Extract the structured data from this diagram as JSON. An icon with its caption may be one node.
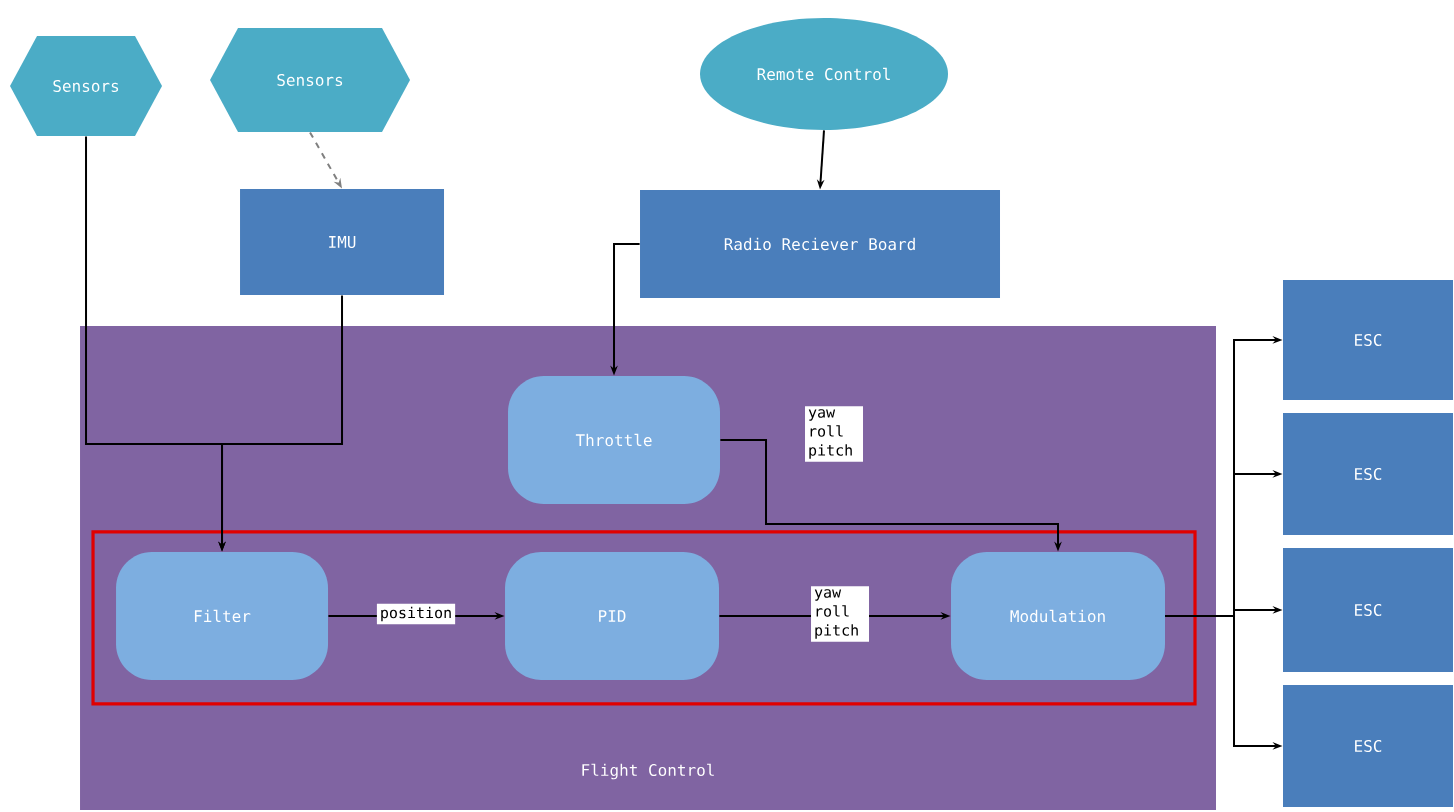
{
  "diagram": {
    "nodes": [
      {
        "text": [
          "Sensors"
        ]
      },
      {
        "text": [
          "Sensors"
        ]
      },
      {
        "text": [
          "Remote Control"
        ]
      },
      {
        "text": [
          "IMU"
        ]
      },
      {
        "text": [
          "Radio Reciever Board"
        ]
      },
      {
        "text": [
          "Flight Control"
        ]
      },
      {
        "text": [],
        "shape": "box",
        "in": 5
      },
      {
        "text": [
          "Throttle"
        ],
        "in": 5
      },
      {
        "text": [
          "Filter"
        ],
        "in": 6
      },
      {
        "text": [
          "PID"
        ],
        "in": 6
      },
      {
        "text": [
          "Modulation"
        ],
        "in": 6
      },
      {
        "text": [
          "ESC"
        ]
      },
      {
        "text": [
          "ESC"
        ]
      },
      {
        "text": [
          "ESC"
        ]
      },
      {
        "text": [
          "ESC"
        ]
      }
    ],
    "edges": [
      {
        "from": 0,
        "to": 8,
        "arrow": "to"
      },
      {
        "from": 3,
        "to": 8,
        "arrow": "to"
      },
      {
        "from": 1,
        "to": 3,
        "arrow": "to",
        "style": "dashed",
        "color": "#808080"
      },
      {
        "from": 2,
        "to": 4,
        "arrow": "to"
      },
      {
        "from": 4,
        "to": 7,
        "arrow": "to"
      },
      {
        "from": 7,
        "to": 10,
        "arrow": "to",
        "label": "yaw roll pitch"
      },
      {
        "from": 8,
        "to": 9,
        "arrow": "to",
        "label": "position"
      },
      {
        "from": 9,
        "to": 10,
        "arrow": "to",
        "label": "yaw roll pitch"
      },
      {
        "from": 10,
        "to": 11,
        "arrow": "to"
      },
      {
        "from": 10,
        "to": 12,
        "arrow": "to"
      },
      {
        "from": 10,
        "to": 13,
        "arrow": "to"
      },
      {
        "from": 10,
        "to": 14,
        "arrow": "to"
      }
    ]
  }
}
